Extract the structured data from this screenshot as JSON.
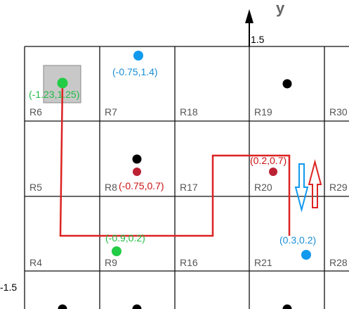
{
  "axis": {
    "y_name": "y",
    "y_top_tick": "1.5",
    "x_left_tick": "-1.5"
  },
  "cells": [
    {
      "id": "R6",
      "label": "R6"
    },
    {
      "id": "R7",
      "label": "R7"
    },
    {
      "id": "R18",
      "label": "R18"
    },
    {
      "id": "R19",
      "label": "R19"
    },
    {
      "id": "R30",
      "label": "R30"
    },
    {
      "id": "R5",
      "label": "R5"
    },
    {
      "id": "R8",
      "label": "R8"
    },
    {
      "id": "R17",
      "label": "R17"
    },
    {
      "id": "R20",
      "label": "R20"
    },
    {
      "id": "R29",
      "label": "R29"
    },
    {
      "id": "R4",
      "label": "R4"
    },
    {
      "id": "R9",
      "label": "R9"
    },
    {
      "id": "R16",
      "label": "R16"
    },
    {
      "id": "R21",
      "label": "R21"
    },
    {
      "id": "R28",
      "label": "R28"
    }
  ],
  "points": [
    {
      "name": "start-green",
      "label": "(-1.23,1.25)",
      "color": "#22cc44"
    },
    {
      "name": "blue-top",
      "label": "(-0.75,1.4)",
      "color": "#1199ee"
    },
    {
      "name": "red-mid",
      "label": "(-0.75,0.7)",
      "color": "#bb2233"
    },
    {
      "name": "red-right",
      "label": "(0.2,0.7)",
      "color": "#bb2233"
    },
    {
      "name": "green-bottom",
      "label": "(-0.9,0.2)",
      "color": "#22cc44"
    },
    {
      "name": "blue-bottom",
      "label": "(0.3,0.2)",
      "color": "#1199ee"
    }
  ],
  "colors": {
    "grid": "#111111",
    "path": "#dd2222",
    "blue": "#1199ee",
    "green": "#22cc44",
    "red": "#bb2233",
    "label_blue": "#1a8fd6",
    "label_green": "#22bb44",
    "label_red": "#cc1111",
    "obstacle": "#c8c8c8"
  }
}
